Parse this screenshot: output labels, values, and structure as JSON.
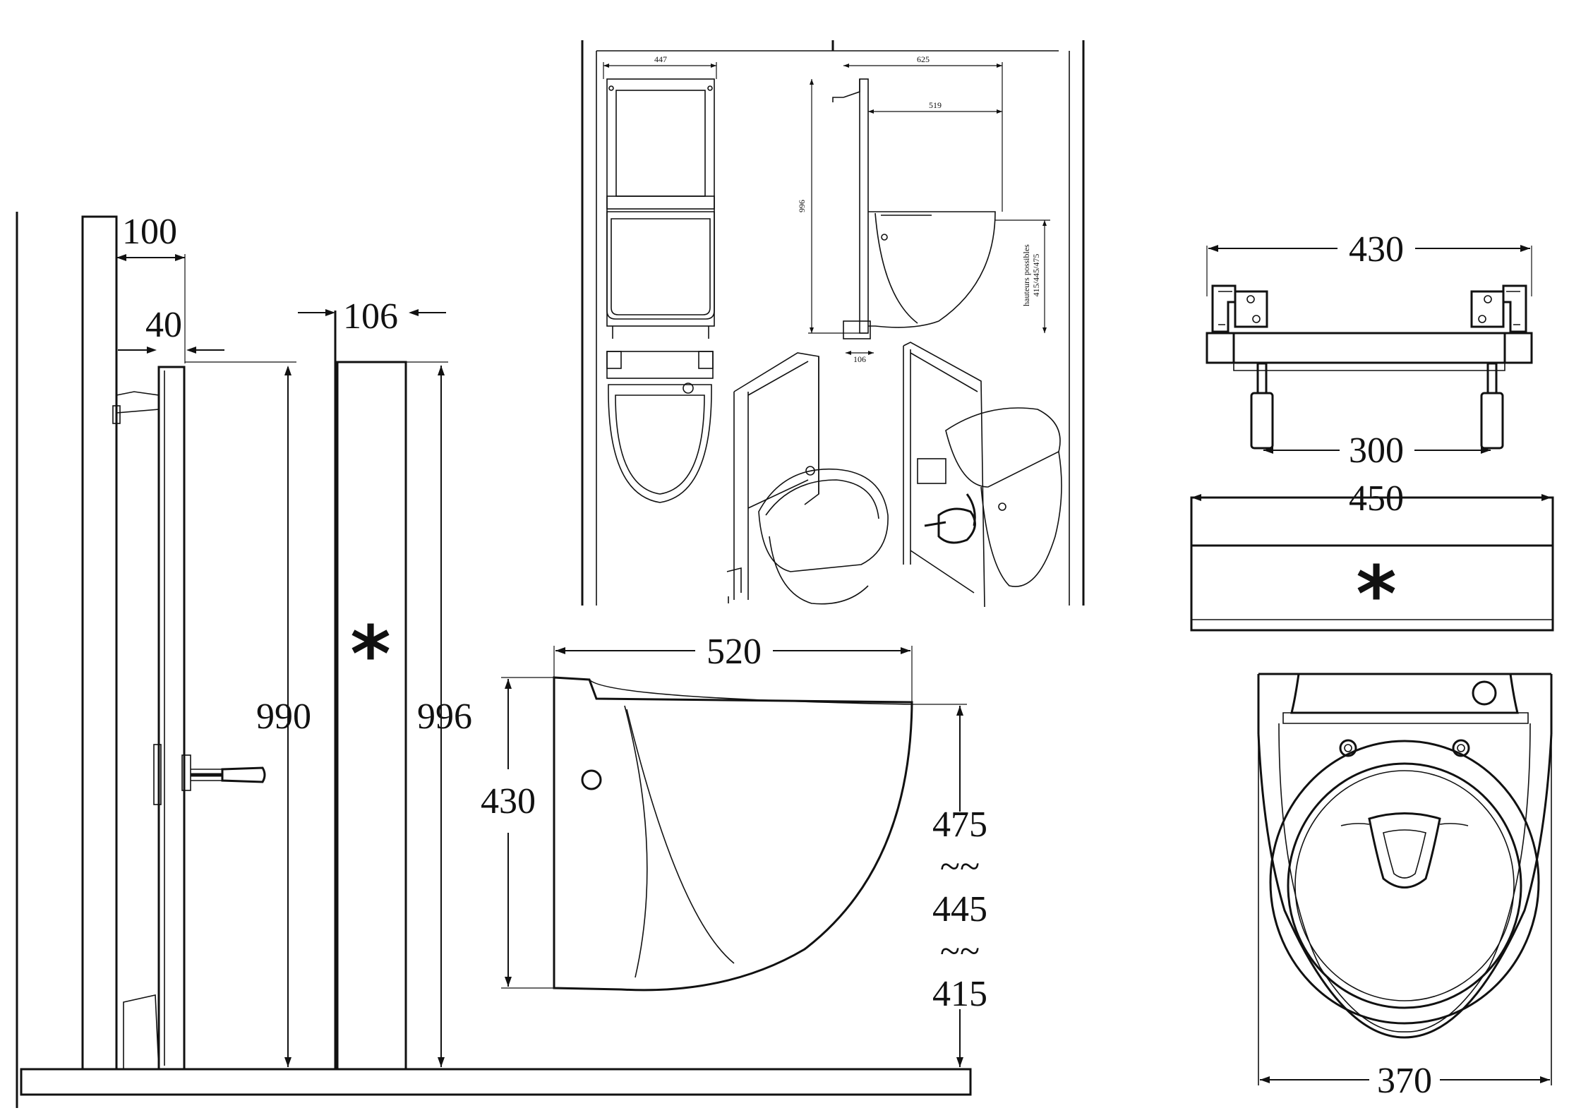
{
  "dimensions": {
    "side": {
      "d100": "100",
      "d40": "40",
      "d106": "106",
      "d990": "990",
      "d996": "996",
      "d520": "520",
      "d430": "430",
      "h475": "475",
      "h445": "445",
      "h415": "415",
      "range_sep": "~~"
    },
    "top": {
      "d430": "430",
      "d300": "300",
      "d450": "450",
      "d370": "370"
    },
    "sheet": {
      "w447": "447",
      "w625": "625",
      "w519": "519",
      "h996": "996",
      "d106": "106",
      "note_title": "hauteurs possibles",
      "note_values": "415/445/475"
    }
  },
  "marker": "*",
  "colors": {
    "line": "#111111",
    "background": "#ffffff"
  }
}
